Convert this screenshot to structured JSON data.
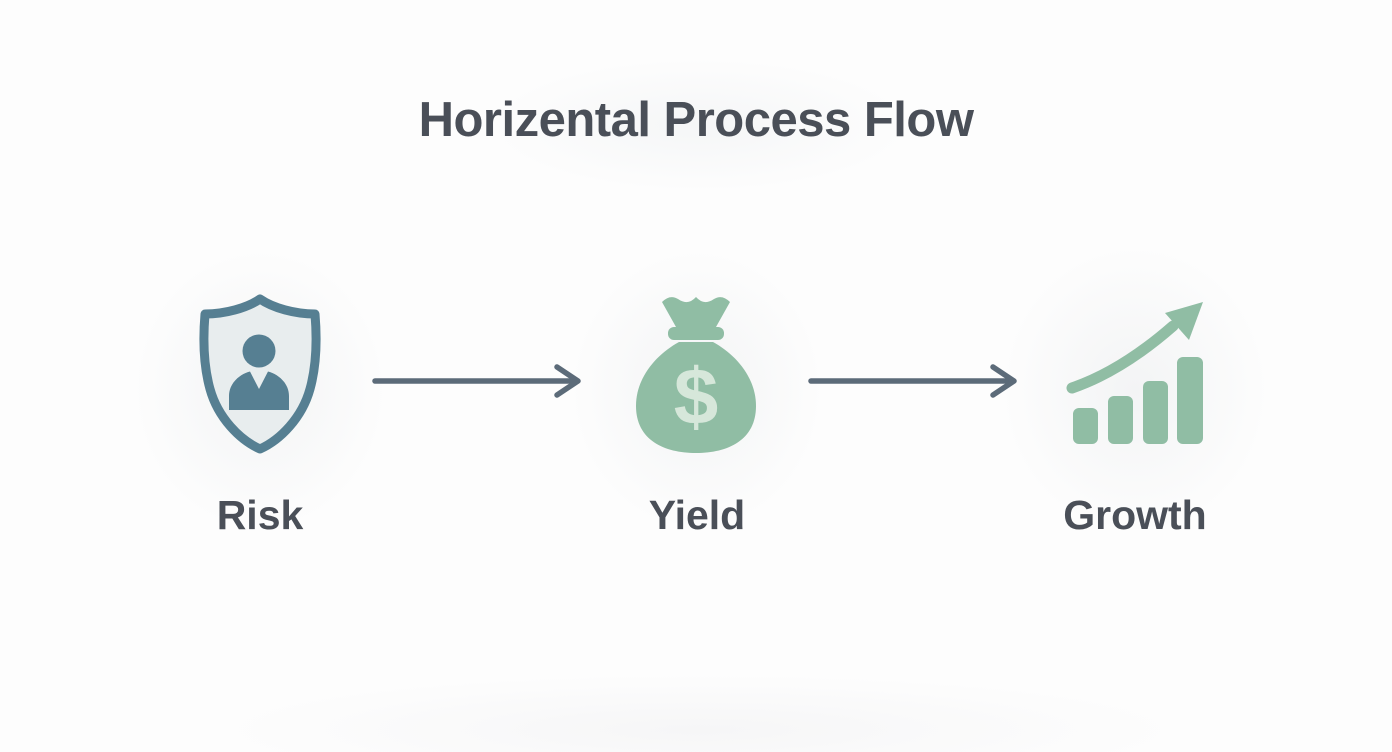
{
  "title": "Horizental Process Flow",
  "nodes": [
    {
      "label": "Risk",
      "icon": "shield-user-icon"
    },
    {
      "label": "Yield",
      "icon": "money-bag-icon",
      "symbol": "$"
    },
    {
      "label": "Growth",
      "icon": "growth-chart-icon"
    }
  ],
  "connectors": [
    {
      "from": "Risk",
      "to": "Yield",
      "style": "straight-arrow-right"
    },
    {
      "from": "Yield",
      "to": "Growth",
      "style": "straight-arrow-right"
    }
  ],
  "colors": {
    "background": "#fdfdfd",
    "title_text": "#4a4f58",
    "label_text": "#4a4f58",
    "arrow": "#5c6b79",
    "shield_outline": "#567f92",
    "shield_fill": "#e8edee",
    "icon_green": "#90bda4",
    "dollar_sign": "#d6e7da"
  }
}
